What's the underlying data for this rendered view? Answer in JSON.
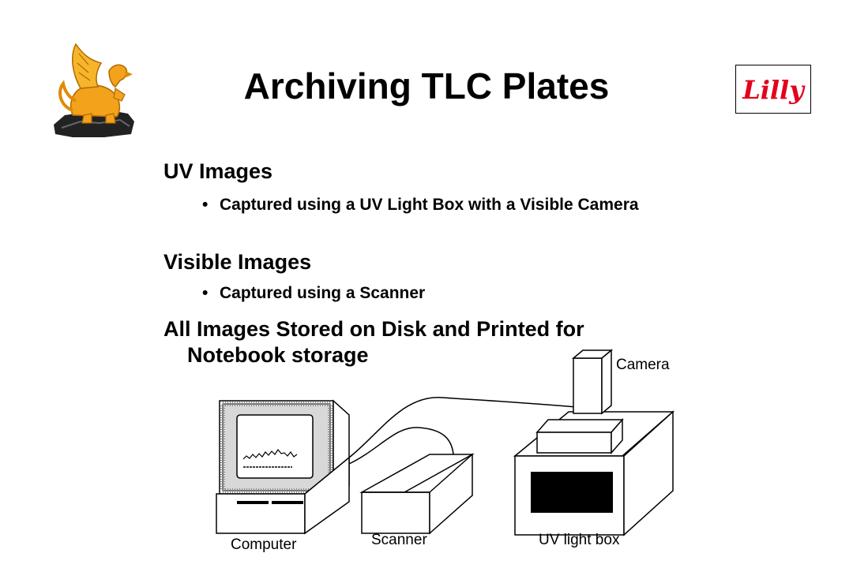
{
  "slide": {
    "title": "Archiving TLC Plates",
    "logos": {
      "left_icon": "griffin-logo-icon",
      "right_icon": "lilly-logo-icon",
      "right_text": "Lilly",
      "right_color": "#e3001b"
    },
    "points": [
      {
        "heading": "UV Images",
        "sub": "Captured using a UV Light Box with a Visible Camera"
      },
      {
        "heading": "Visible Images",
        "sub": "Captured using a Scanner"
      },
      {
        "heading_line1": "All Images Stored on Disk and Printed for",
        "heading_line2": "Notebook storage"
      }
    ],
    "bullet_glyph": "•",
    "diagram": {
      "labels": {
        "camera": "Camera",
        "computer": "Computer",
        "scanner": "Scanner",
        "uv_light_box": "UV light box"
      },
      "icons": [
        "computer-icon",
        "scanner-icon",
        "uv-light-box-icon",
        "camera-icon"
      ]
    }
  }
}
